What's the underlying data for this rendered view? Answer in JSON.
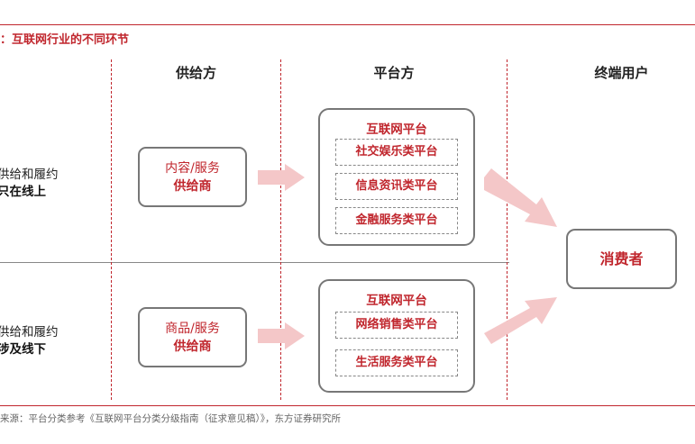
{
  "figure": {
    "title": "：互联网行业的不同环节",
    "source": "来源：平台分类参考《互联网平台分类分级指南（征求意见稿）》，东方证券研究所"
  },
  "columns": {
    "supply": "供给方",
    "platform": "平台方",
    "end_user": "终端用户"
  },
  "rows": [
    {
      "label_line1": "供给和履约",
      "label_line2": "只在线上",
      "supplier": {
        "line1": "内容/服务",
        "line2": "供给商"
      },
      "platform": {
        "title": "互联网平台",
        "types": [
          "社交娱乐类平台",
          "信息资讯类平台",
          "金融服务类平台"
        ]
      }
    },
    {
      "label_line1": "供给和履约",
      "label_line2": "涉及线下",
      "supplier": {
        "line1": "商品/服务",
        "line2": "供给商"
      },
      "platform": {
        "title": "互联网平台",
        "types": [
          "网络销售类平台",
          "生活服务类平台"
        ]
      }
    }
  ],
  "consumer": "消费者",
  "colors": {
    "accent": "#c0262d",
    "border": "#777777",
    "arrow": "#f4c7c8"
  }
}
